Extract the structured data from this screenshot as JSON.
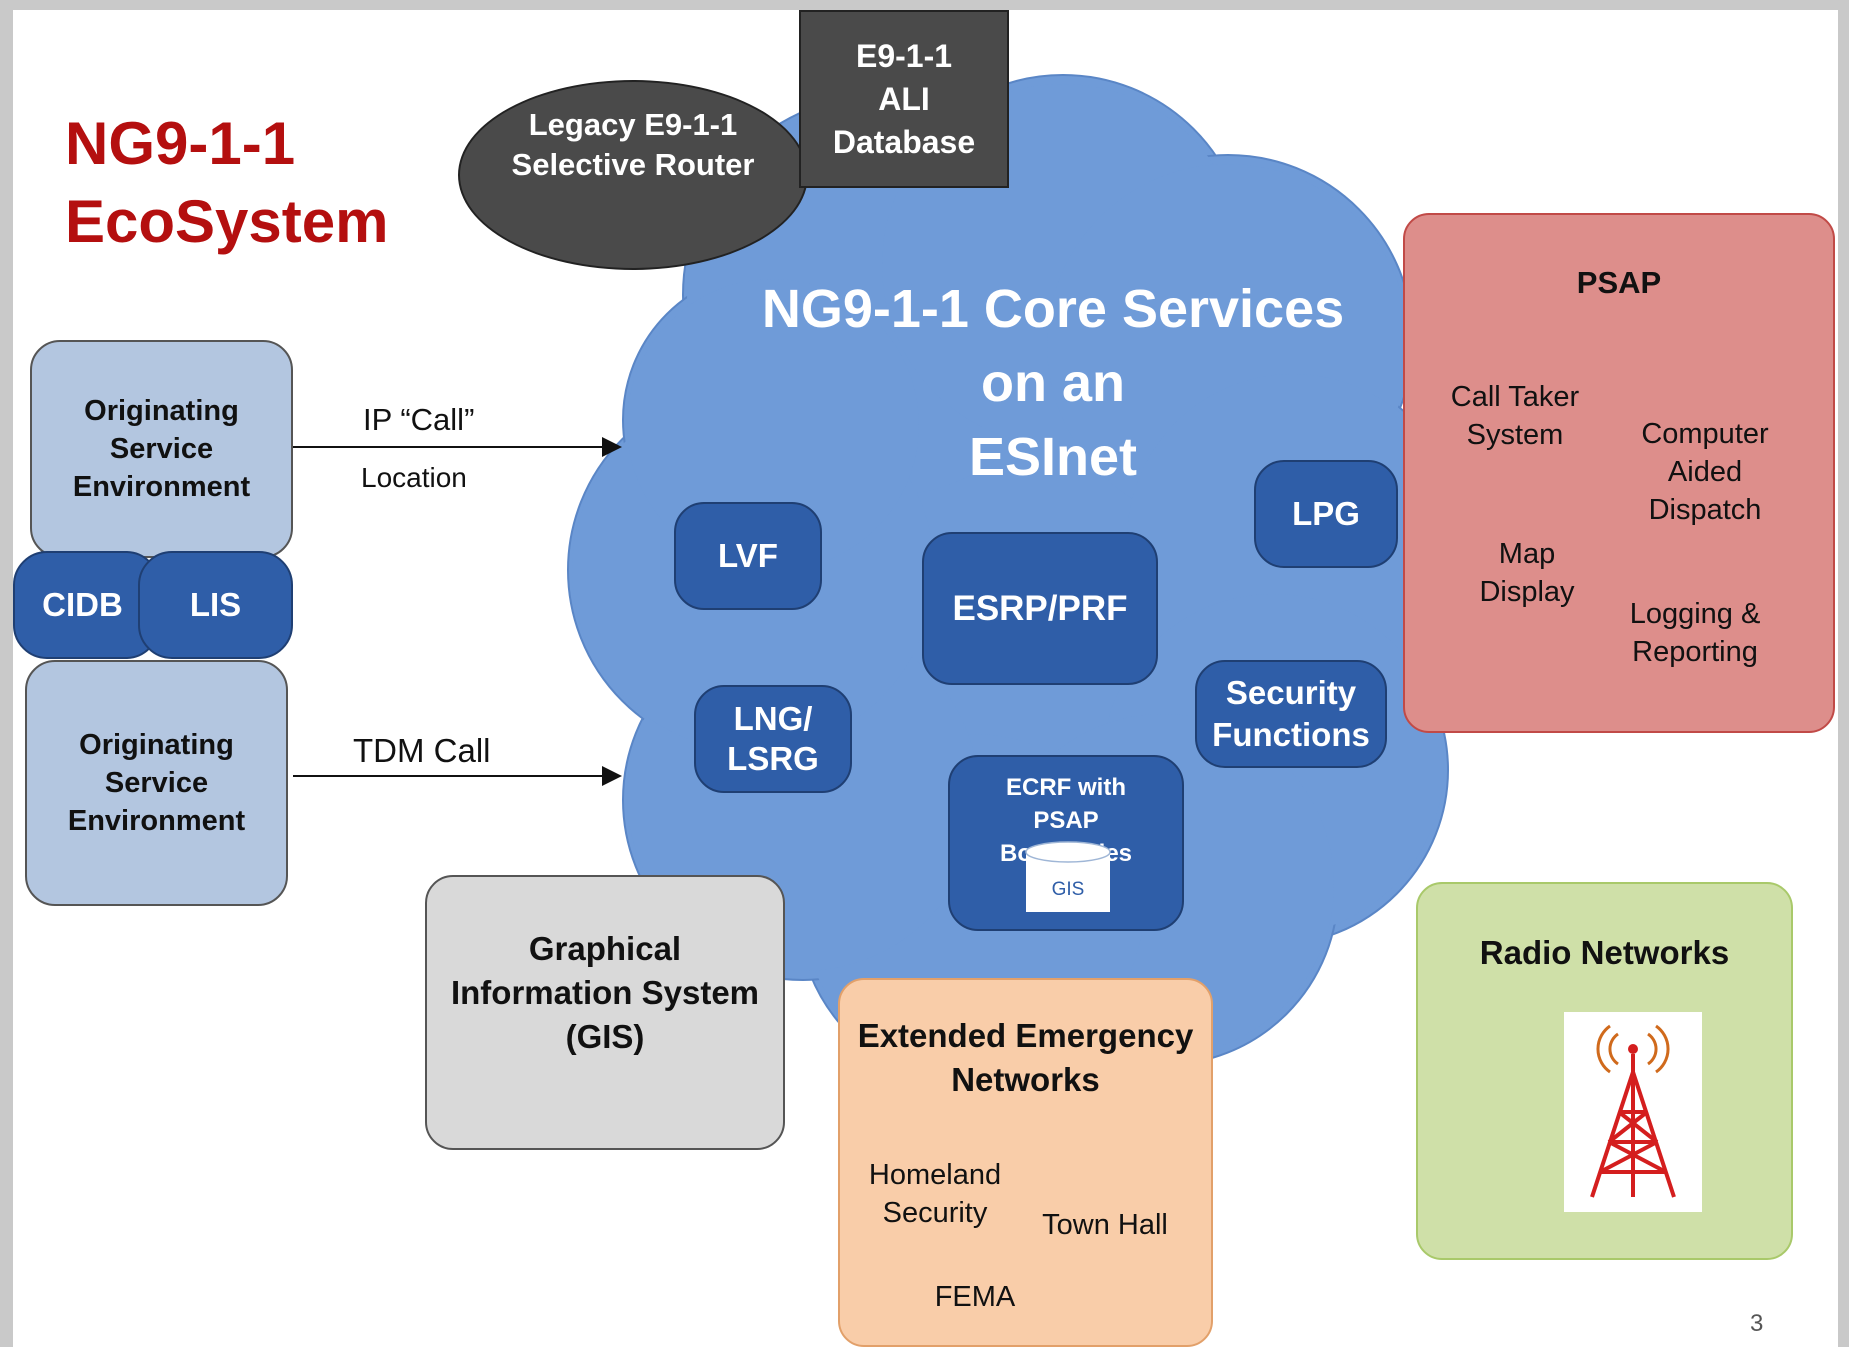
{
  "title_line1": "NG9-1-1",
  "title_line2": "EcoSystem",
  "legacy_router": "Legacy E9-1-1 Selective Router",
  "ali_db": {
    "line1": "E9-1-1",
    "line2": "ALI",
    "line3": "Database"
  },
  "core": {
    "line1": "NG9-1-1 Core Services",
    "line2": "on an",
    "line3": "ESInet"
  },
  "core_components": {
    "lvf": "LVF",
    "lpg": "LPG",
    "esrp": "ESRP/PRF",
    "lng": "LNG/ LSRG",
    "security": "Security Functions",
    "ecrf": "ECRF with PSAP Boundaries",
    "gis_db": "GIS"
  },
  "originating_top": "Originating Service Environment",
  "originating_bottom": "Originating Service Environment",
  "cidb": "CIDB",
  "lis": "LIS",
  "ip_call": "IP “Call”",
  "location": "Location",
  "tdm_call": "TDM  Call",
  "gis_box": "Graphical Information System (GIS)",
  "psap": {
    "title": "PSAP",
    "call_taker": "Call Taker System",
    "cad": "Computer Aided Dispatch",
    "map": "Map Display",
    "logging": "Logging & Reporting"
  },
  "extended": {
    "title": "Extended Emergency Networks",
    "homeland": "Homeland Security",
    "townhall": "Town Hall",
    "fema": "FEMA"
  },
  "radio": {
    "title": "Radio Networks",
    "icon": "radio-tower-icon"
  },
  "page_number": "3",
  "colors": {
    "title": "#b40f0f",
    "cloud": "#6f9bd8",
    "component": "#2f5ea8",
    "psap": "#dd8e8b",
    "extended": "#f9cda9",
    "radio": "#cfe0a8",
    "legacy": "#4a4a4a"
  }
}
